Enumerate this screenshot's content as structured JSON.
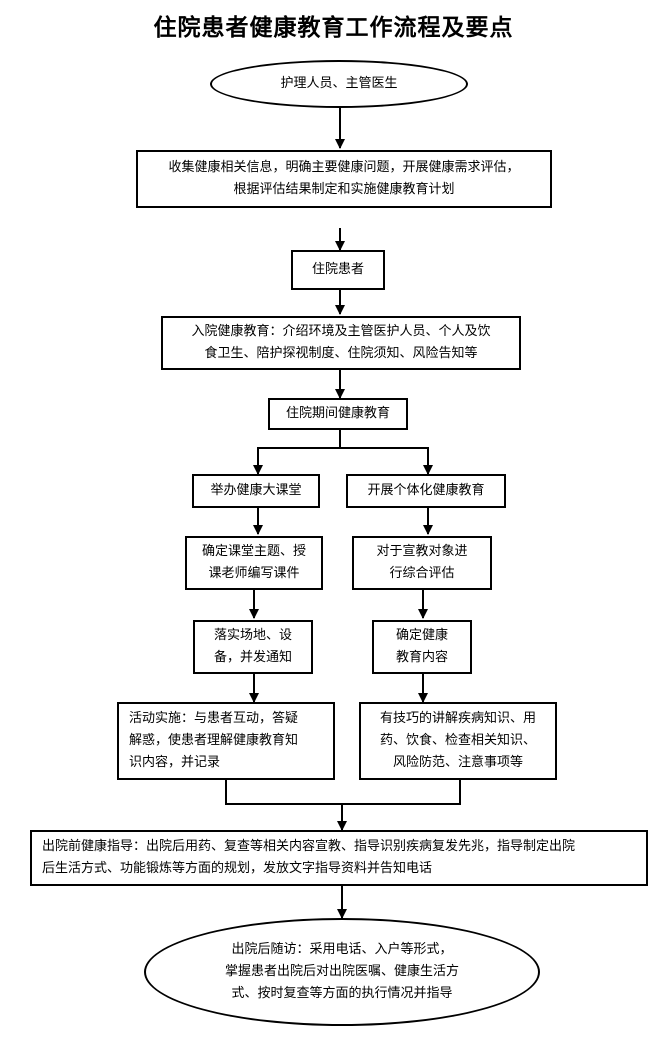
{
  "title": "住院患者健康教育工作流程及要点",
  "nodes": {
    "staff": "护理人员、主管医生",
    "collect": "收集健康相关信息，明确主要健康问题，开展健康需求评估，\n根据评估结果制定和实施健康教育计划",
    "inpatient": "住院患者",
    "admission": "入院健康教育：介绍环境及主管医护人员、个人及饮\n食卫生、陪护探视制度、住院须知、风险告知等",
    "during": "住院期间健康教育",
    "class": "举办健康大课堂",
    "individual": "开展个体化健康教育",
    "topic": "确定课堂主题、授\n课老师编写课件",
    "assess": "对于宣教对象进\n行综合评估",
    "venue": "落实场地、设\n备，并发通知",
    "content": "确定健康\n教育内容",
    "activity": "活动实施：与患者互动，答疑\n解惑，使患者理解健康教育知\n识内容，并记录",
    "explain": "有技巧的讲解疾病知识、用\n药、饮食、检查相关知识、\n风险防范、注意事项等",
    "discharge": "出院前健康指导：出院后用药、复查等相关内容宣教、指导识别疾病复发先兆，指导制定出院\n后生活方式、功能锻炼等方面的规划，发放文字指导资料并告知电话",
    "followup": "出院后随访：采用电话、入户等形式，\n掌握患者出院后对出院医嘱、健康生活方\n式、按时复查等方面的执行情况并指导"
  }
}
